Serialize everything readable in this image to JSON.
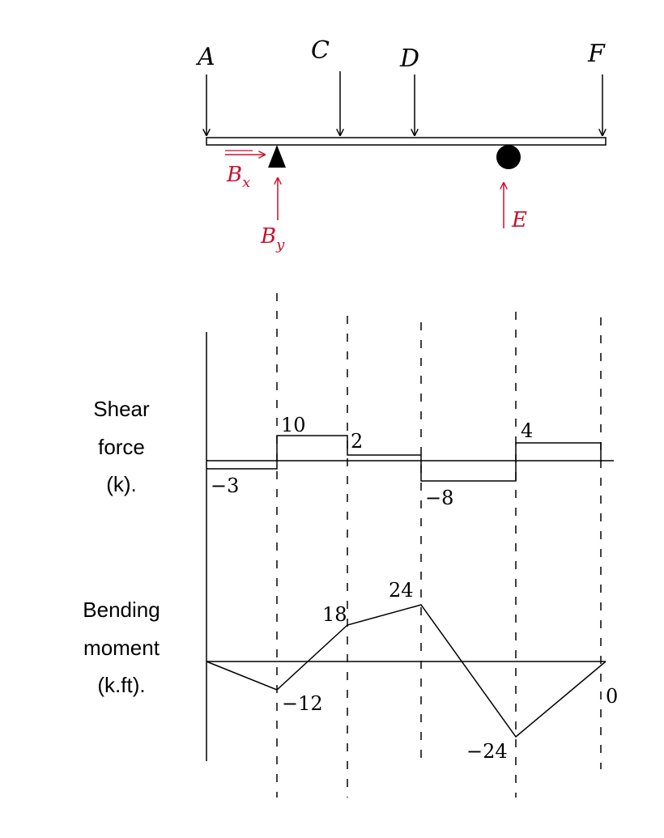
{
  "beam": {
    "points": {
      "a": "A",
      "c": "C",
      "d": "D",
      "f": "F"
    },
    "reactions": {
      "bx_main": "B",
      "bx_sub": "x",
      "by_main": "B",
      "by_sub": "y",
      "e": "E"
    }
  },
  "shear": {
    "label_line1": "Shear",
    "label_line2": "force",
    "label_line3": "(k).",
    "values": [
      "−3",
      "10",
      "2",
      "−8",
      "4"
    ]
  },
  "moment": {
    "label_line1": "Bending",
    "label_line2": "moment",
    "label_line3": "(k.ft).",
    "values": [
      "−12",
      "18",
      "24",
      "−24",
      "0"
    ]
  },
  "colors": {
    "reaction": "#c8102e",
    "ink": "#000000"
  }
}
